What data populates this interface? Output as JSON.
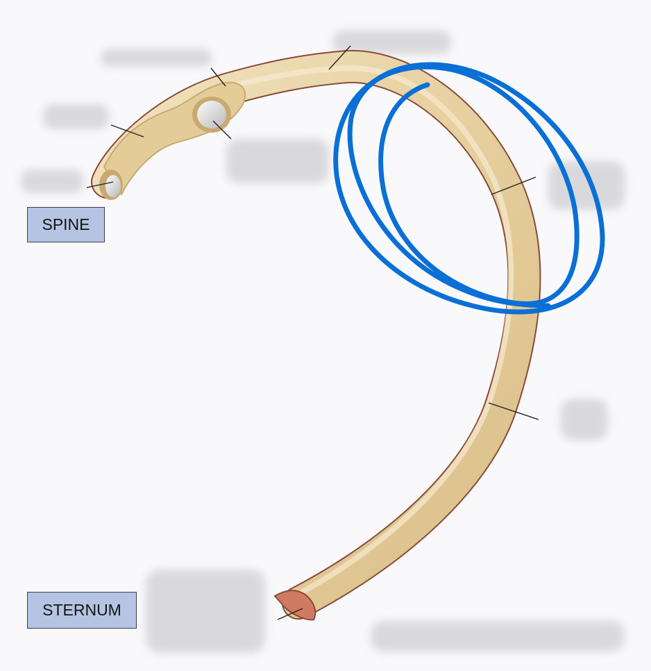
{
  "diagram": {
    "labels": {
      "spine": "SPINE",
      "sternum": "STERNUM"
    },
    "annotation": {
      "type": "hand-drawn-loop",
      "color": "#0a6fd6"
    },
    "colors": {
      "bone": "#e8d3a6",
      "bone_edge": "#8a4a3a",
      "hidden_label": "#d8d8dc",
      "background": "#f9f9fb"
    }
  }
}
